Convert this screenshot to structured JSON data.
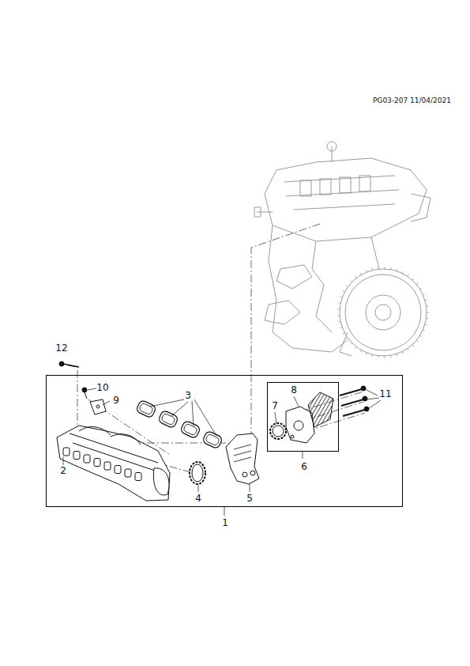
{
  "diagram": {
    "nodes": [
      {
        "text": [
          "1"
        ]
      },
      {
        "text": [
          "6"
        ],
        "in": 0
      }
    ],
    "labels": [
      "PG03-207 11/04/2021",
      "12",
      "10",
      "9",
      "3",
      "2",
      "4",
      "5",
      "11",
      "7",
      "8"
    ]
  }
}
